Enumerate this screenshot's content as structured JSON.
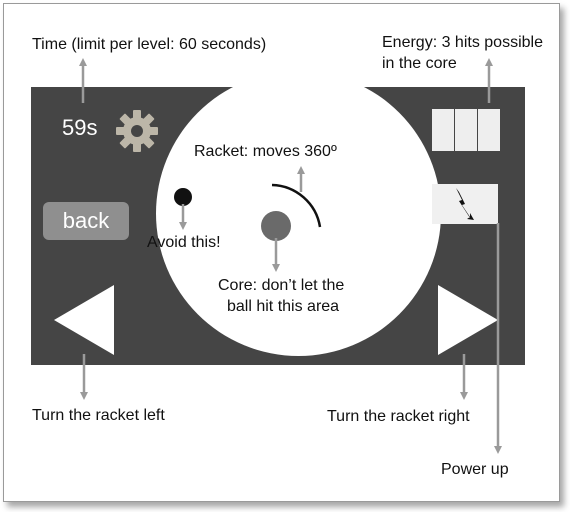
{
  "annotations": {
    "time": "Time (limit per level: 60 seconds)",
    "energy_line1": "Energy: 3 hits possible",
    "energy_line2": "in the core",
    "racket": "Racket: moves 360º",
    "avoid": "Avoid this!",
    "core_line1": "Core: don’t let the",
    "core_line2": "ball hit this area",
    "turn_left": "Turn the racket left",
    "turn_right": "Turn the racket right",
    "power_up": "Power up"
  },
  "game": {
    "timer": "59s",
    "back_label": "back",
    "energy_segments": 3,
    "icons": {
      "settings": "gear-icon",
      "power_up": "lightning-icon",
      "left": "triangle-left-icon",
      "right": "triangle-right-icon"
    }
  },
  "colors": {
    "panel": "#454545",
    "arena": "#ffffff",
    "button": "#8f8f8f",
    "arrow": "#9a9a9a",
    "core": "#6a6a6a",
    "ball": "#111111"
  }
}
